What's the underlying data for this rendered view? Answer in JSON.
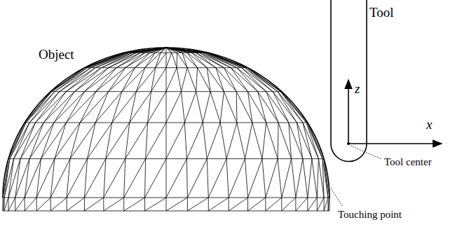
{
  "diagram": {
    "nodes": [
      {
        "text": [
          "Tool"
        ]
      }
    ],
    "labels": [
      "Object",
      "z",
      "x",
      "Tool center",
      "Touching point"
    ]
  }
}
